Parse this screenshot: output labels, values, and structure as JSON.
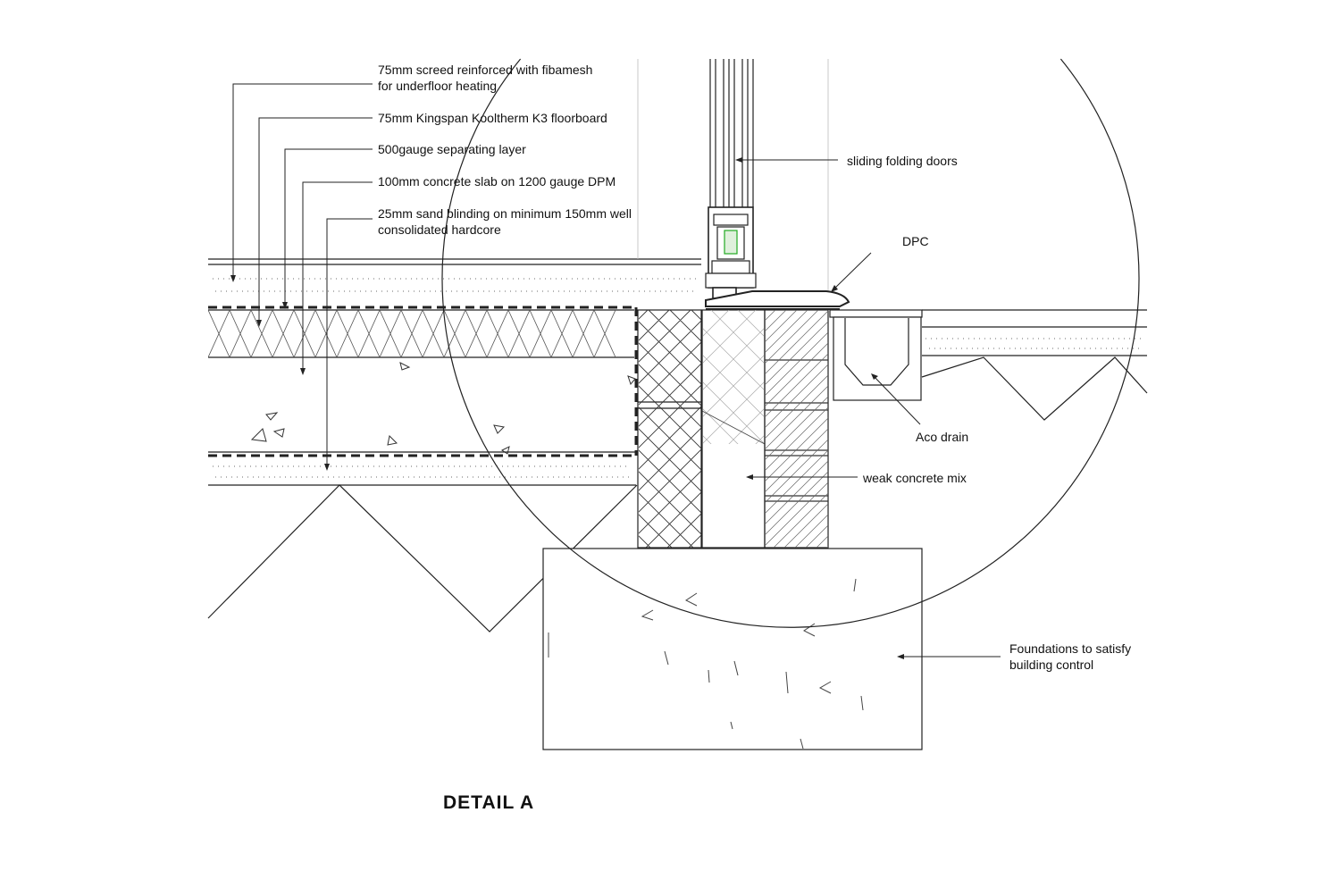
{
  "title": "DETAIL A",
  "labels": {
    "screed": "75mm screed reinforced with fibamesh\nfor underfloor heating",
    "insulation": "75mm Kingspan Kooltherm K3 floorboard",
    "separating_layer": "500gauge separating layer",
    "slab": "100mm concrete slab on 1200 gauge DPM",
    "sand_blinding": "25mm sand blinding on minimum 150mm well\nconsolidated hardcore",
    "doors": "sliding folding doors",
    "dpc": "DPC",
    "drain": "Aco drain",
    "weak_mix": "weak concrete mix",
    "foundations": "Foundations to satisfy\nbuilding control"
  },
  "line_color": "#222222"
}
